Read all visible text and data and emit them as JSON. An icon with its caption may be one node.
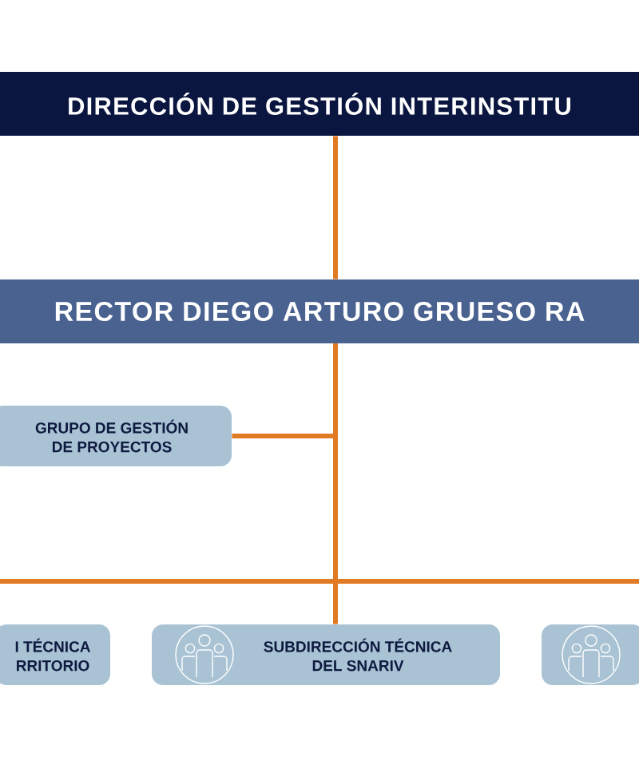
{
  "diagram": {
    "nodes": [
      {
        "text": [
          "DIRECCIÓN DE GESTIÓN INTERINSTITU"
        ]
      },
      {
        "text": [
          "RECTOR DIEGO ARTURO GRUESO RA"
        ]
      },
      {
        "text": [
          "GRUPO DE GESTIÓN DE PROYECTOS"
        ]
      },
      {
        "text": [
          "I TÉCNICA RRITORIO"
        ]
      },
      {
        "text": [
          "SUBDIRECCIÓN TÉCNICA DEL SNARIV"
        ]
      },
      {
        "text": [],
        "shape": "box"
      }
    ],
    "edges": [
      {
        "from": 0,
        "to": 1,
        "arrow": "none"
      },
      {
        "from": 1,
        "to": 2,
        "arrow": "none"
      },
      {
        "from": 1,
        "to": 4,
        "arrow": "none"
      },
      {
        "from": 1,
        "to": null,
        "arrow": "none"
      },
      {
        "from": 1,
        "to": null,
        "arrow": "none"
      }
    ]
  }
}
